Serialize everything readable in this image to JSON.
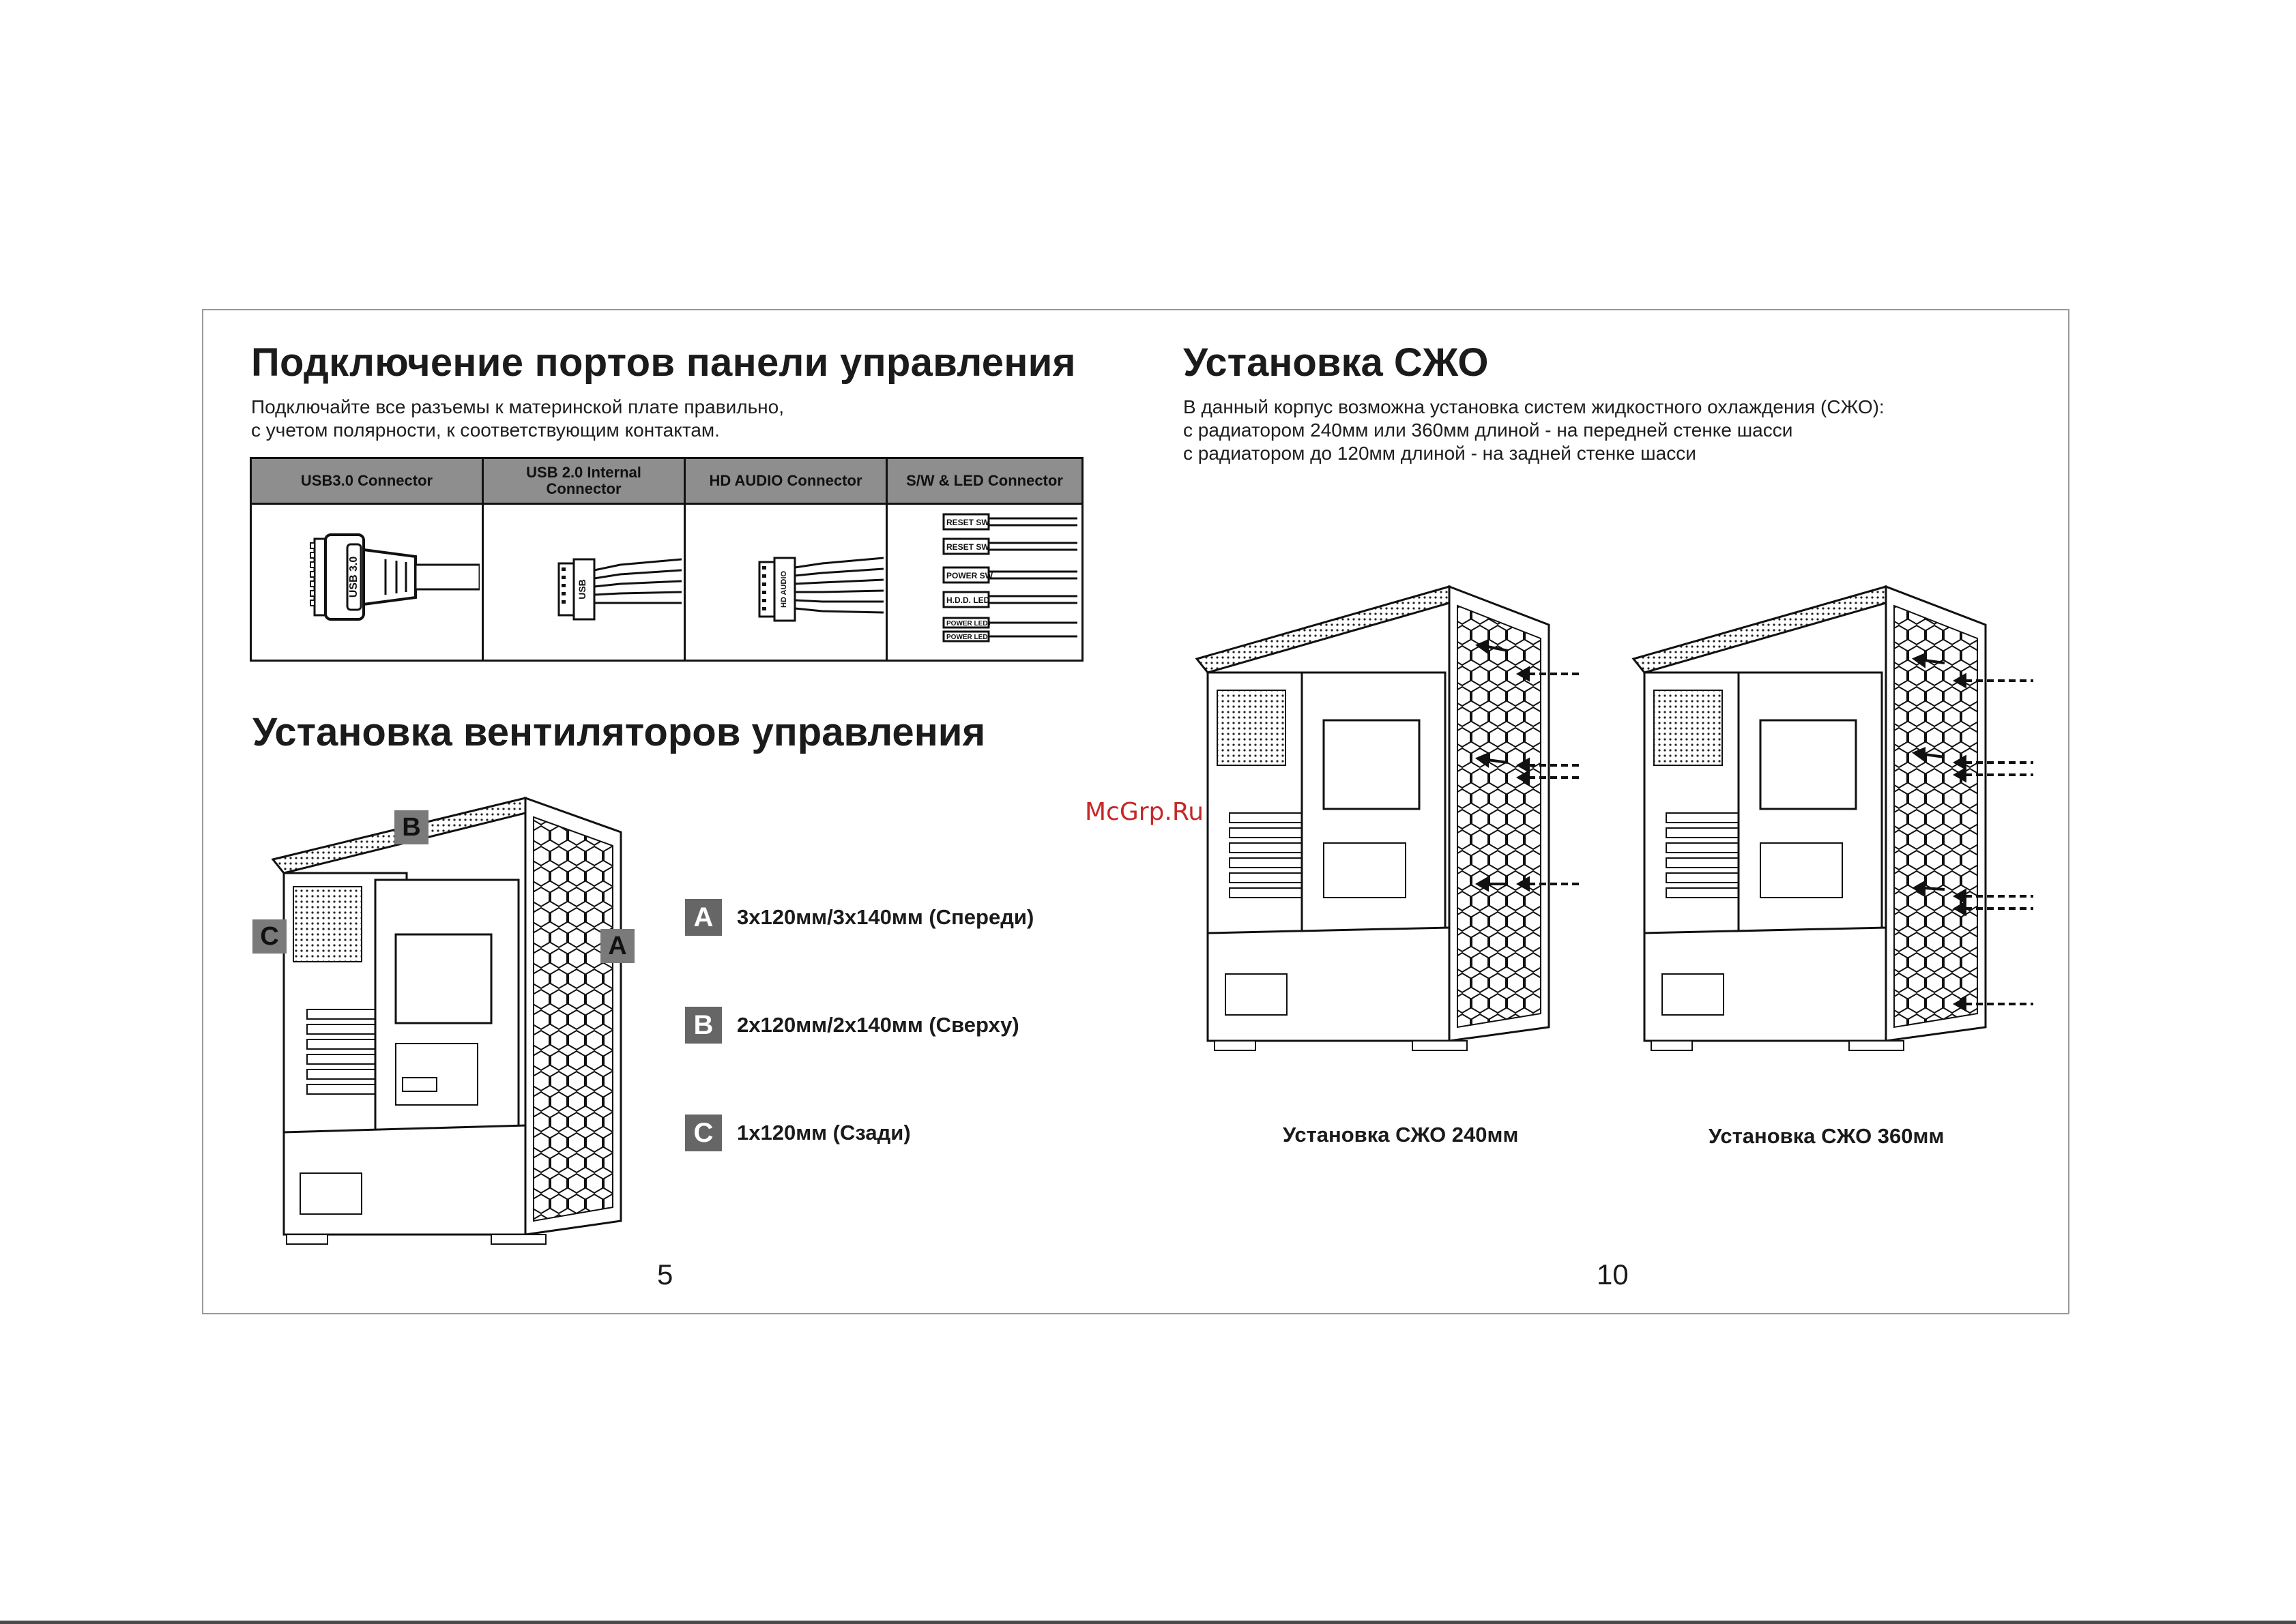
{
  "left_page": {
    "title": "Подключение портов панели управления",
    "intro": [
      "Подключайте все разъемы к материнской плате правильно,",
      "с учетом полярности, к соответствующим контактам."
    ],
    "connectors": [
      {
        "header": "USB3.0 Connector",
        "plug_label": "USB 3.0"
      },
      {
        "header": "USB 2.0 Internal Connector",
        "plug_label": "USB"
      },
      {
        "header": "HD AUDIO Connector",
        "plug_label": "HD AUDIO"
      },
      {
        "header": "S/W & LED Connector",
        "plugs": [
          "RESET SW",
          "RESET SW",
          "POWER SW",
          "H.D.D. LED",
          "POWER LED+",
          "POWER LED-"
        ]
      }
    ],
    "fans_title": "Установка вентиляторов управления",
    "fan_marks": [
      "A",
      "B",
      "C"
    ],
    "legend": [
      {
        "badge": "A",
        "text": "3х120мм/3х140мм (Спереди)"
      },
      {
        "badge": "B",
        "text": "2х120мм/2х140мм (Сверху)"
      },
      {
        "badge": "C",
        "text": "1х120мм (Сзади)"
      }
    ],
    "page_number": "5"
  },
  "right_page": {
    "title": "Установка СЖО",
    "intro": [
      "В данный корпус возможна установка систем жидкостного охлаждения (СЖО):",
      "с радиатором 240мм или 360мм длиной - на передней стенке шасси",
      "с радиатором до 120мм длиной - на задней стенке шасси"
    ],
    "captions": [
      "Установка СЖО 240мм",
      "Установка СЖО 360мм"
    ],
    "page_number": "10"
  },
  "watermark": "McGrp.Ru",
  "colors": {
    "table_header": "#8e8e8e",
    "badge": "#666666",
    "watermark": "#c62828",
    "frame": "#9a9a9a"
  }
}
